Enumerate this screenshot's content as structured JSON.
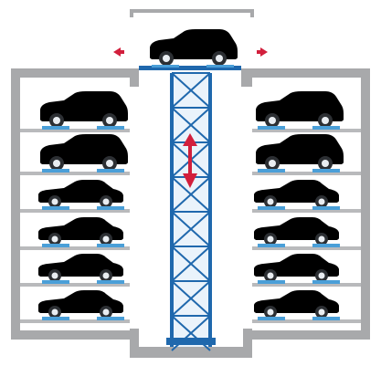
{
  "diagram": {
    "colors": {
      "wall": "#a8a9ab",
      "wall_inner": "#ffffff",
      "shelf": "#b9babc",
      "shelf_shadow": "#9fa0a2",
      "platform": "#4a9fd8",
      "tower": "#1f68ad",
      "tower_fill": "#eaf3fb",
      "arrow_red": "#d21f3c",
      "suv_body": "#1f79c9",
      "suv_shade": "#175e9f",
      "suv_window": "#cfe6f8",
      "sedan_body": "#c8183f",
      "sedan_shade": "#8f1230",
      "sedan_window": "#f6d3dc",
      "tire": "#2c2f33",
      "hub": "#e9edf1"
    },
    "lift": {
      "car": "suv-icon",
      "direction_arrows": [
        "arrow-left-icon",
        "arrow-right-icon"
      ],
      "vertical_arrow": "arrow-updown-icon"
    },
    "left_bay": [
      "suv",
      "suv",
      "sedan",
      "sedan",
      "sedan",
      "sedan"
    ],
    "right_bay": [
      "suv",
      "suv",
      "sedan",
      "sedan",
      "sedan",
      "sedan"
    ]
  }
}
